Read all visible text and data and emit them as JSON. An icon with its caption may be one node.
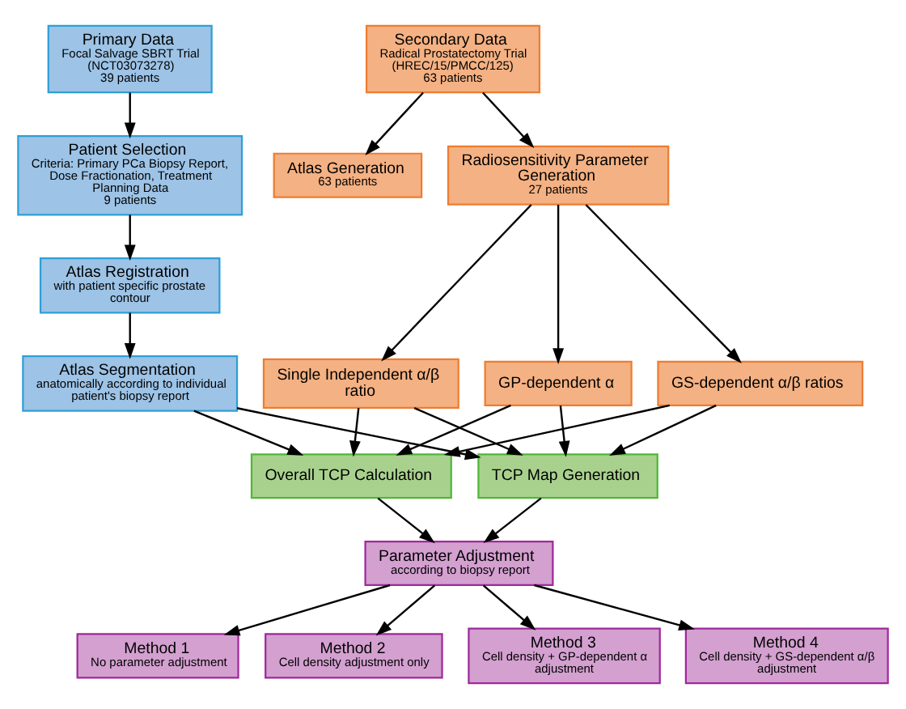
{
  "diagram": {
    "nodes": [
      {
        "text": [
          "Primary Data",
          "Focal Salvage SBRT Trial (NCT03073278)",
          "39 patients"
        ]
      },
      {
        "text": [
          "Patient Selection",
          "Criteria: Primary PCa Biopsy Report, Dose Fractionation, Treatment Planning Data",
          "9 patients"
        ]
      },
      {
        "text": [
          "Atlas Registration",
          "with patient specific prostate contour"
        ]
      },
      {
        "text": [
          "Atlas Segmentation",
          "anatomically according to individual patient's biopsy report"
        ]
      },
      {
        "text": [
          "Secondary Data",
          "Radical Prostatectomy Trial (HREC/15/PMCC/125)",
          "63 patients"
        ]
      },
      {
        "text": [
          "Radiosensitivity Parameter Generation",
          "27 patients"
        ]
      },
      {
        "text": [
          "Atlas Generation",
          "63 patients"
        ]
      },
      {
        "text": [
          "Single Independent α/β ratio"
        ]
      },
      {
        "text": [
          "GP-dependent α"
        ]
      },
      {
        "text": [
          "GS-dependent α/β ratios"
        ]
      },
      {
        "text": [
          "Overall TCP Calculation"
        ]
      },
      {
        "text": [
          "TCP Map Generation"
        ]
      },
      {
        "text": [
          "Parameter Adjustment",
          "according to biopsy report"
        ]
      },
      {
        "text": [
          "Method 1",
          "No parameter adjustment"
        ]
      },
      {
        "text": [
          "Method 2",
          "Cell density adjustment only"
        ]
      },
      {
        "text": [
          "Method 3",
          "Cell density + GP-dependent α adjustment"
        ]
      },
      {
        "text": [
          "Method 4",
          "Cell density + GS-dependent α/β adjustment"
        ]
      }
    ],
    "edges": [
      {
        "from": 0,
        "to": 1,
        "arrow": "to"
      },
      {
        "from": 1,
        "to": 2,
        "arrow": "to"
      },
      {
        "from": 2,
        "to": 3,
        "arrow": "to"
      },
      {
        "from": 4,
        "to": 5,
        "arrow": "to"
      },
      {
        "from": 4,
        "to": 6,
        "arrow": "to"
      },
      {
        "from": 5,
        "to": 7,
        "arrow": "to"
      },
      {
        "from": 5,
        "to": 8,
        "arrow": "to"
      },
      {
        "from": 5,
        "to": 9,
        "arrow": "to"
      },
      {
        "from": 3,
        "to": 10,
        "arrow": "to"
      },
      {
        "from": 3,
        "to": 11,
        "arrow": "to"
      },
      {
        "from": 7,
        "to": 10,
        "arrow": "to"
      },
      {
        "from": 7,
        "to": 11,
        "arrow": "to"
      },
      {
        "from": 8,
        "to": 10,
        "arrow": "to"
      },
      {
        "from": 8,
        "to": 11,
        "arrow": "to"
      },
      {
        "from": 9,
        "to": 10,
        "arrow": "to"
      },
      {
        "from": 9,
        "to": 11,
        "arrow": "to"
      },
      {
        "from": 10,
        "to": 12,
        "arrow": "to"
      },
      {
        "from": 11,
        "to": 12,
        "arrow": "to"
      },
      {
        "from": 12,
        "to": 13,
        "arrow": "to"
      },
      {
        "from": 12,
        "to": 14,
        "arrow": "to"
      },
      {
        "from": 12,
        "to": 15,
        "arrow": "to"
      },
      {
        "from": 12,
        "to": 16,
        "arrow": "to"
      }
    ]
  }
}
